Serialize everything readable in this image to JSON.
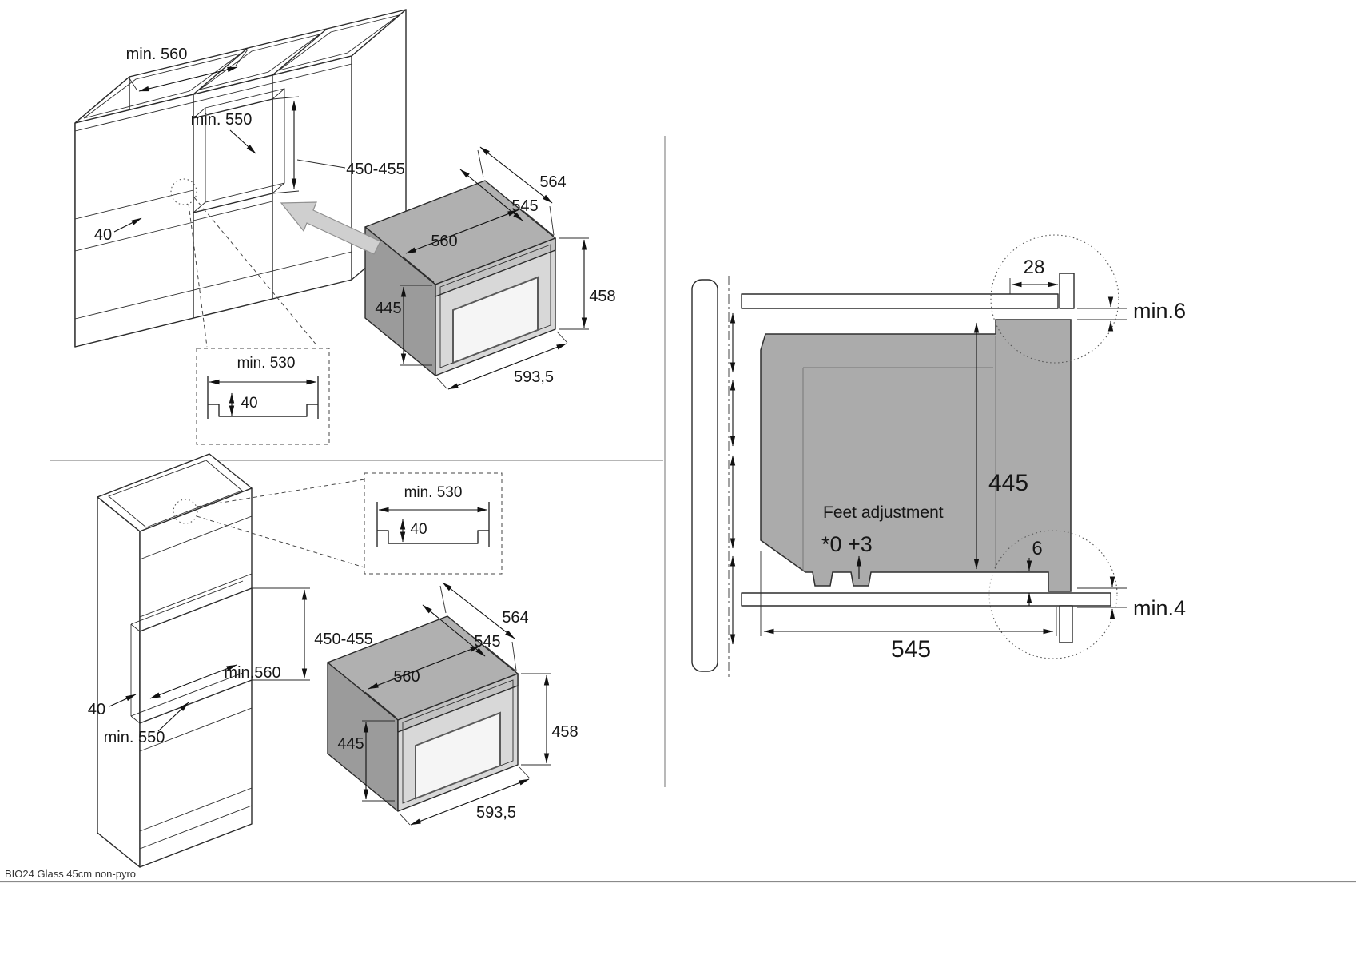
{
  "footer": {
    "model": "BIO24 Glass 45cm non-pyro"
  },
  "top_left": {
    "cabinet_width": "min. 560",
    "niche_depth": "min. 550",
    "niche_height": "450-455",
    "rail_width": "40",
    "inset_width": "min. 530",
    "inset_depth": "40",
    "oven": {
      "total_depth": "564",
      "body_depth": "545",
      "body_width": "560",
      "body_height": "445",
      "total_height": "458",
      "front_width": "593,5"
    }
  },
  "bottom_left": {
    "niche_height": "450-455",
    "niche_width": "min.560",
    "rail_width": "40",
    "niche_depth": "min. 550",
    "inset_width": "min. 530",
    "inset_depth": "40",
    "oven": {
      "total_depth": "564",
      "body_depth": "545",
      "body_width": "560",
      "body_height": "445",
      "total_height": "458",
      "front_width": "593,5"
    }
  },
  "right": {
    "top_recess": "28",
    "top_clearance": "min.6",
    "oven_height": "445",
    "feet_label": "Feet adjustment",
    "feet_value": "*0 +3",
    "foot_height": "6",
    "bottom_clearance": "min.4",
    "oven_depth": "545"
  }
}
